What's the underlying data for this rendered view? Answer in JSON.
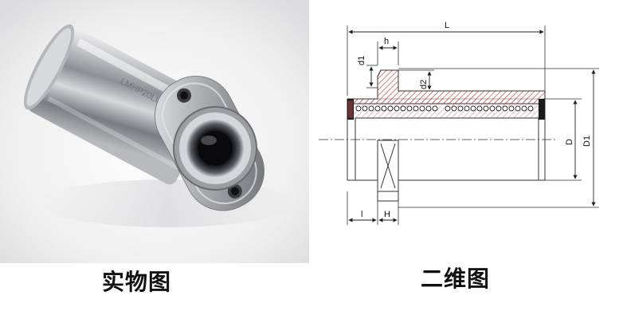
{
  "photo": {
    "engraving": "LMHP20LUU",
    "caption": "实物图",
    "icon": "linear-bearing-photo"
  },
  "drawing": {
    "caption": "二维图",
    "icon": "bearing-cross-section-drawing",
    "dimensions": {
      "L": "L",
      "h": "h",
      "d1": "d1",
      "d2": "d2",
      "D": "D",
      "D1": "D1",
      "l": "l",
      "H": "H"
    }
  }
}
